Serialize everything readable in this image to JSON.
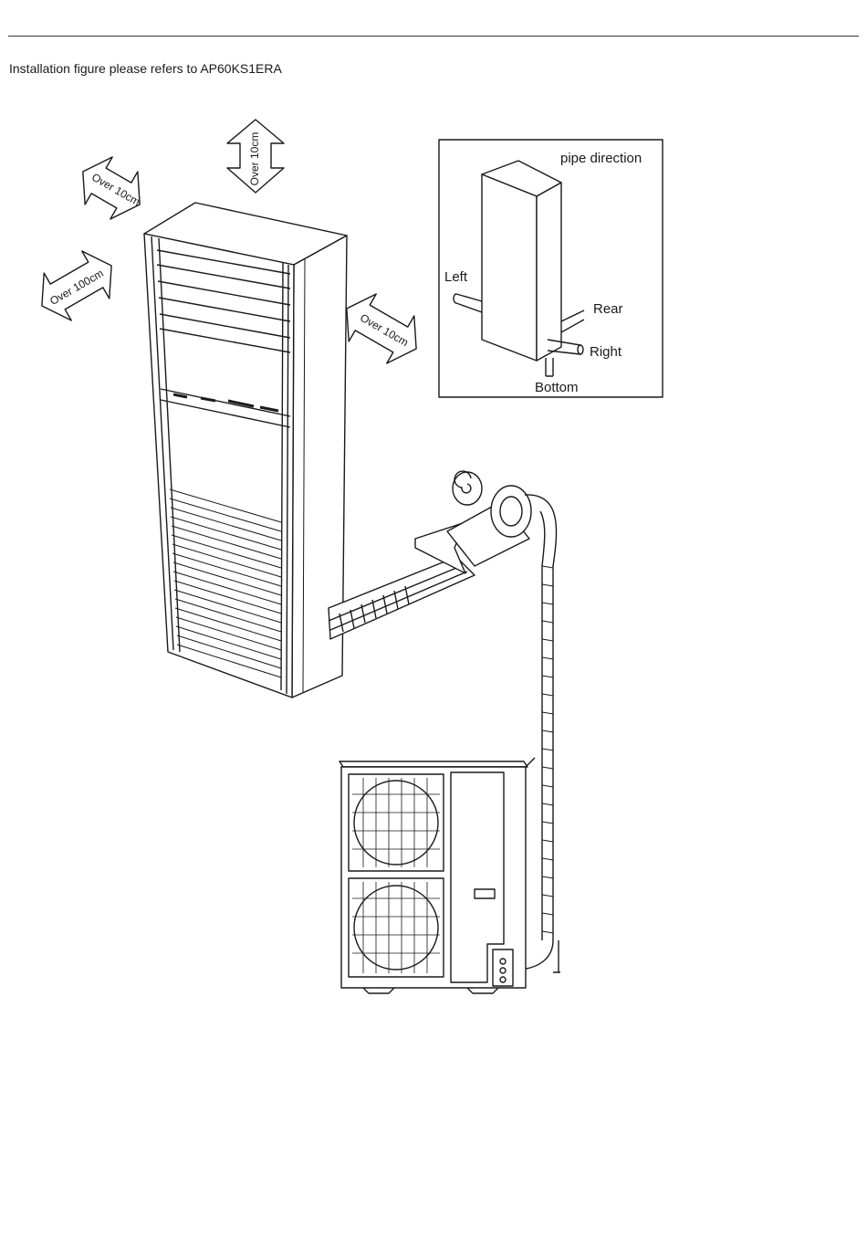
{
  "caption": "Installation figure please refers to AP60KS1ERA",
  "clearances": {
    "top": "Over 10cm",
    "left_top": "Over 10cm",
    "left_front": "Over 100cm",
    "right": "Over 10cm"
  },
  "pipe_direction": {
    "title": "pipe direction",
    "left": "Left",
    "rear": "Rear",
    "right": "Right",
    "bottom": "Bottom"
  }
}
